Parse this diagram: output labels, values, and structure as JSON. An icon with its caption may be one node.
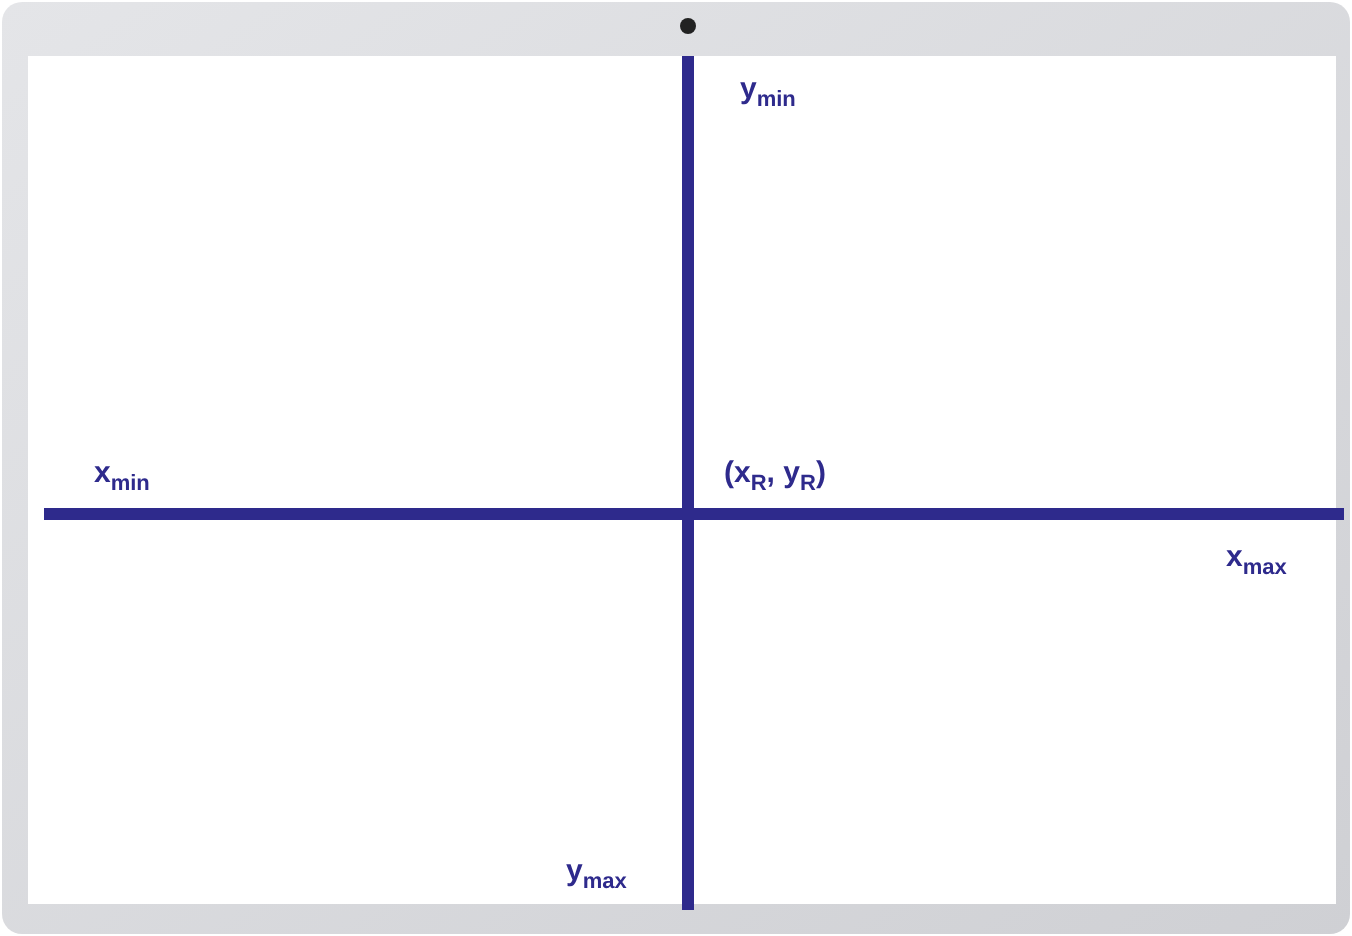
{
  "diagram": {
    "labels": [
      "y$_{min}$",
      "x$_{min}$",
      "(x$_{R}$, y$_{R}$)",
      "x$_{max}$",
      "y$_{max}$"
    ]
  }
}
